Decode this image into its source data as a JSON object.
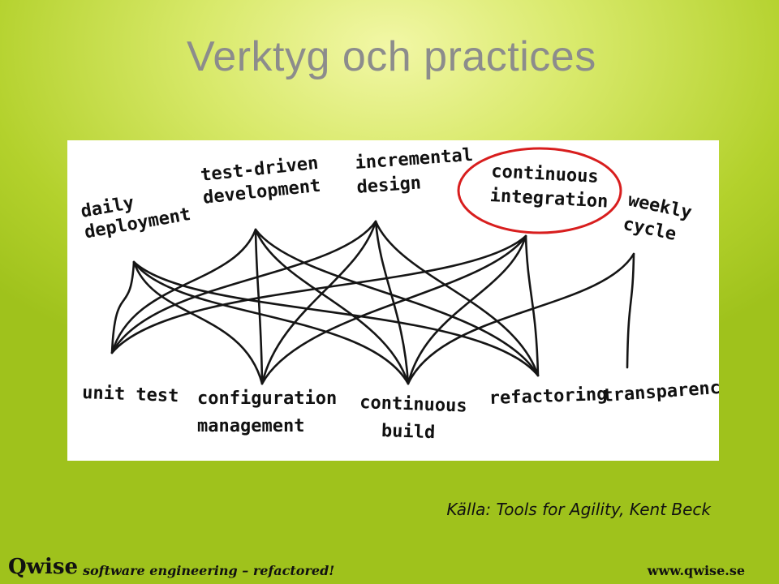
{
  "slide": {
    "title": "Verktyg och practices",
    "source": "Källa: Tools for Agility, Kent Beck"
  },
  "diagram": {
    "top_nodes": [
      {
        "id": "daily-deployment",
        "lines": [
          "daily",
          "deployment"
        ]
      },
      {
        "id": "test-driven-development",
        "lines": [
          "test-driven",
          "development"
        ]
      },
      {
        "id": "incremental-design",
        "lines": [
          "incremental",
          "design"
        ]
      },
      {
        "id": "continuous-integration",
        "lines": [
          "continuous",
          "integration"
        ]
      },
      {
        "id": "weekly-cycle",
        "lines": [
          "weekly",
          "cycle"
        ]
      }
    ],
    "bottom_nodes": [
      {
        "id": "unit-test",
        "lines": [
          "unit test"
        ]
      },
      {
        "id": "configuration-management",
        "lines": [
          "configuration",
          "management"
        ]
      },
      {
        "id": "continuous-build",
        "lines": [
          "continuous",
          "build"
        ]
      },
      {
        "id": "refactoring",
        "lines": [
          "refactoring"
        ]
      },
      {
        "id": "transparency",
        "lines": [
          "transparency"
        ]
      }
    ],
    "highlighted": "continuous-integration",
    "highlight_color": "#d81e1e",
    "links": [
      [
        "daily-deployment",
        "unit-test"
      ],
      [
        "daily-deployment",
        "configuration-management"
      ],
      [
        "daily-deployment",
        "continuous-build"
      ],
      [
        "daily-deployment",
        "refactoring"
      ],
      [
        "test-driven-development",
        "unit-test"
      ],
      [
        "test-driven-development",
        "configuration-management"
      ],
      [
        "test-driven-development",
        "continuous-build"
      ],
      [
        "test-driven-development",
        "refactoring"
      ],
      [
        "incremental-design",
        "unit-test"
      ],
      [
        "incremental-design",
        "configuration-management"
      ],
      [
        "incremental-design",
        "continuous-build"
      ],
      [
        "incremental-design",
        "refactoring"
      ],
      [
        "continuous-integration",
        "unit-test"
      ],
      [
        "continuous-integration",
        "configuration-management"
      ],
      [
        "continuous-integration",
        "continuous-build"
      ],
      [
        "continuous-integration",
        "refactoring"
      ],
      [
        "weekly-cycle",
        "continuous-build"
      ],
      [
        "weekly-cycle",
        "transparency"
      ]
    ]
  },
  "footer": {
    "brand": "Qwise",
    "tagline": "software engineering – refactored!",
    "url": "www.qwise.se"
  }
}
